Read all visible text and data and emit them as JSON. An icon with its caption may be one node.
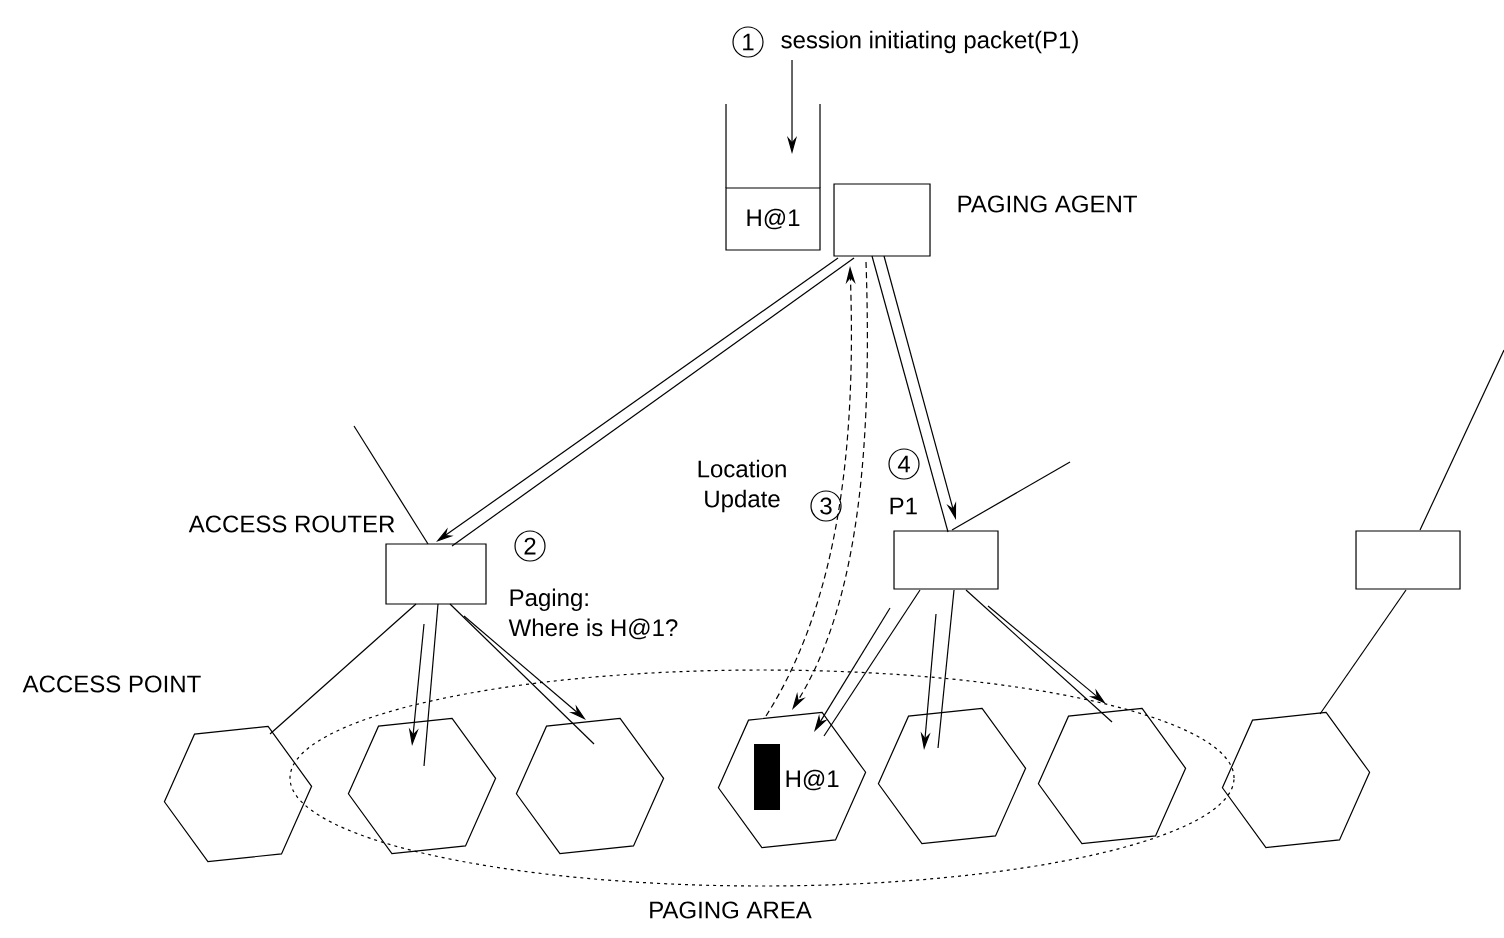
{
  "diagram": {
    "nodes": [
      {
        "text": [
          "H@1"
        ]
      },
      {
        "text": [],
        "shape": "box",
        "beside": [
          "PAGING AGENT"
        ]
      },
      {
        "text": [],
        "shape": "box",
        "beside": [
          "ACCESS ROUTER"
        ]
      },
      {
        "text": [],
        "shape": "box"
      },
      {
        "text": [],
        "shape": "box"
      },
      {
        "text": [],
        "shape": "hexagon",
        "beside": [
          "ACCESS POINT"
        ]
      },
      {
        "text": [],
        "shape": "hexagon",
        "in": 12
      },
      {
        "text": [],
        "shape": "hexagon",
        "in": 12
      },
      {
        "text": [
          "H@1"
        ],
        "in": 12
      },
      {
        "text": [],
        "shape": "hexagon",
        "in": 12
      },
      {
        "text": [],
        "shape": "hexagon",
        "in": 12
      },
      {
        "text": [],
        "shape": "hexagon"
      },
      {
        "text": [
          "PAGING AREA"
        ]
      },
      {
        "text": [
          "session initiating packet(P1)"
        ]
      }
    ],
    "edges": [
      {
        "from": 13,
        "to": 0,
        "arrow": "to"
      },
      {
        "from": 1,
        "to": 2,
        "arrow": "to"
      },
      {
        "from": 1,
        "to": 2,
        "arrow": "none"
      },
      {
        "from": 1,
        "to": 3,
        "arrow": "none"
      },
      {
        "from": 1,
        "to": 3,
        "arrow": "to"
      },
      {
        "from": 8,
        "to": 1,
        "arrow": "to",
        "style": "dashed"
      },
      {
        "from": 1,
        "to": 8,
        "arrow": "to",
        "style": "dashed"
      },
      {
        "from": 2,
        "to": null,
        "arrow": "none"
      },
      {
        "from": 2,
        "to": 5,
        "arrow": "none"
      },
      {
        "from": 2,
        "to": 6,
        "arrow": "to"
      },
      {
        "from": 2,
        "to": 6,
        "arrow": "none"
      },
      {
        "from": 2,
        "to": 7,
        "arrow": "to"
      },
      {
        "from": 2,
        "to": 7,
        "arrow": "none"
      },
      {
        "from": 3,
        "to": null,
        "arrow": "none"
      },
      {
        "from": 3,
        "to": 8,
        "arrow": "to"
      },
      {
        "from": 3,
        "to": 8,
        "arrow": "none"
      },
      {
        "from": 3,
        "to": 9,
        "arrow": "to"
      },
      {
        "from": 3,
        "to": 9,
        "arrow": "none"
      },
      {
        "from": 3,
        "to": 10,
        "arrow": "to"
      },
      {
        "from": 3,
        "to": 10,
        "arrow": "none"
      },
      {
        "from": 4,
        "to": 11,
        "arrow": "none"
      },
      {
        "from": 4,
        "to": null,
        "arrow": "none"
      }
    ],
    "labels": [
      "1",
      "Location Update",
      "4",
      "3",
      "P1",
      "2",
      "Paging: Where is H@1?"
    ]
  }
}
